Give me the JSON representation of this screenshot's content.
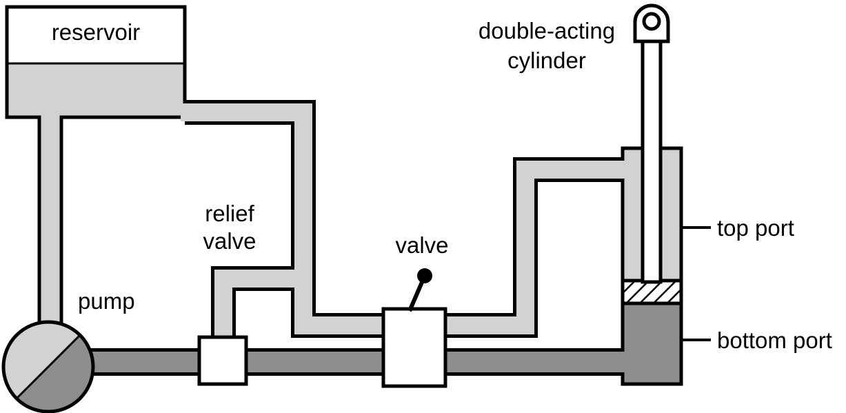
{
  "diagram": {
    "type": "hydraulic-circuit",
    "labels": {
      "reservoir": "reservoir",
      "pump": "pump",
      "relief_valve": {
        "line1": "relief",
        "line2": "valve"
      },
      "valve": "valve",
      "cylinder": {
        "line1": "double-acting",
        "line2": "cylinder"
      },
      "top_port": "top port",
      "bottom_port": "bottom port"
    },
    "colors": {
      "low_pressure_fluid": "#d2d2d2",
      "high_pressure_fluid": "#8e8e8e",
      "outline": "#000000",
      "background": "#ffffff",
      "valve_body": "#ffffff"
    }
  }
}
